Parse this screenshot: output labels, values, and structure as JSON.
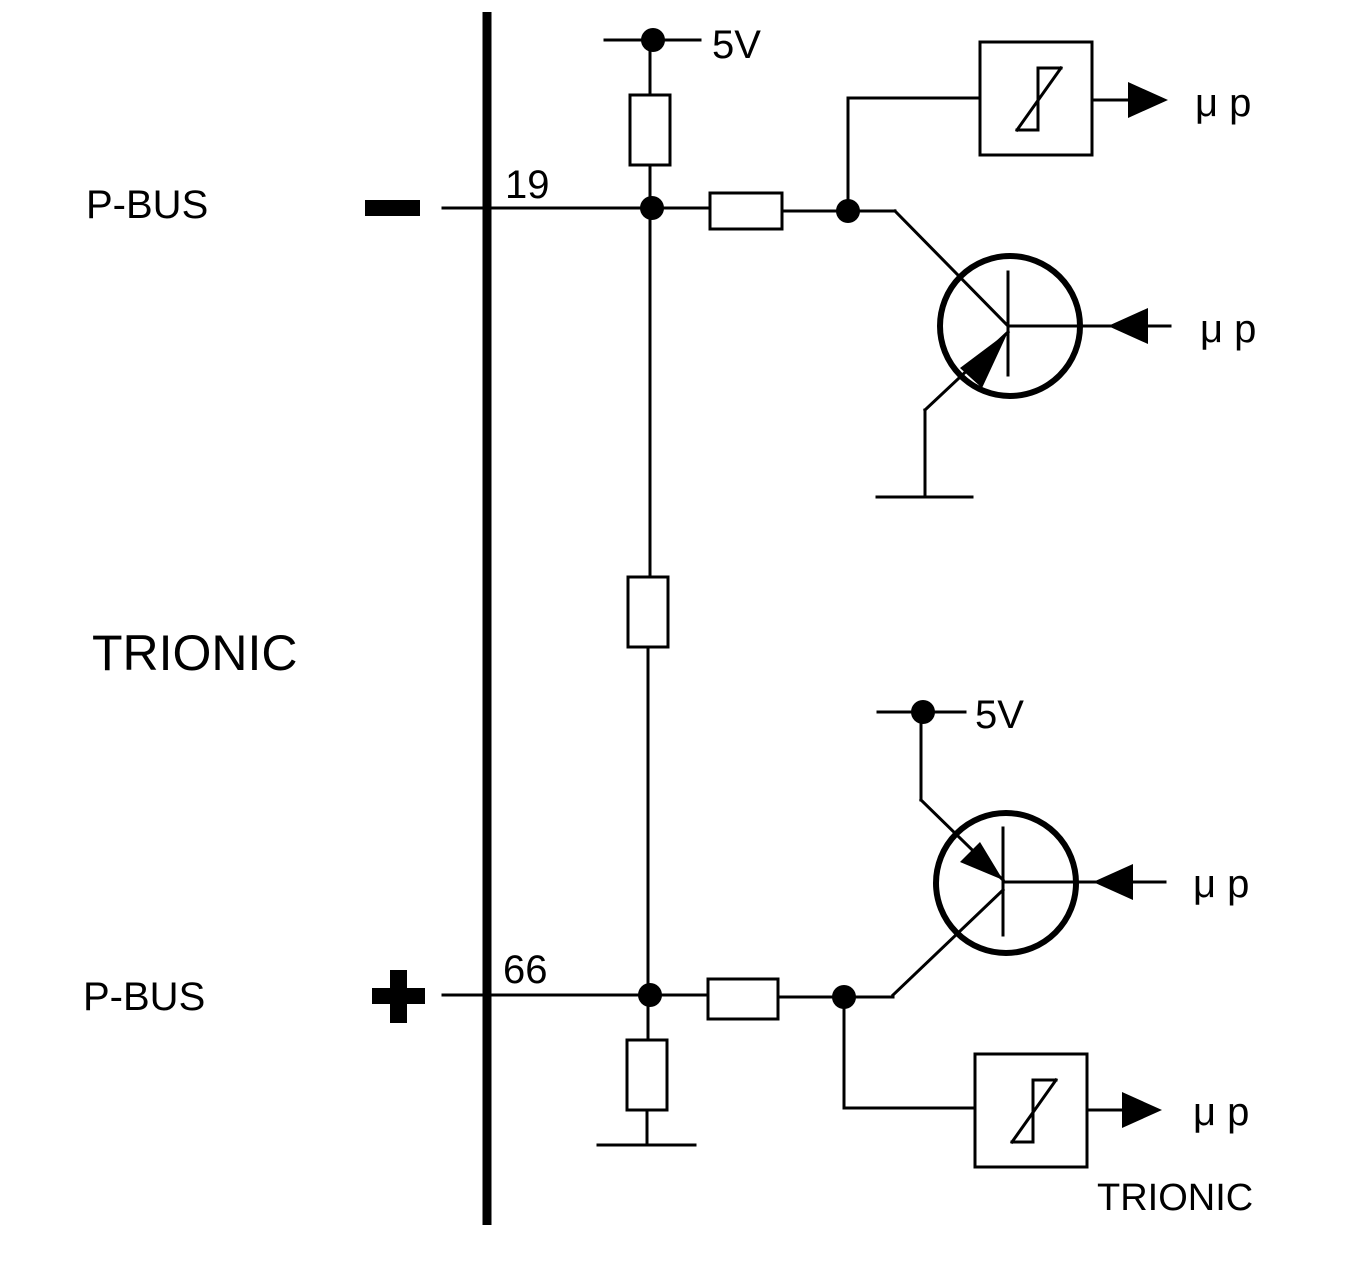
{
  "labels": {
    "pbus_top": "P-BUS",
    "pbus_bottom": "P-BUS",
    "trionic_main": "TRIONIC",
    "trionic_bottom": "TRIONIC",
    "pin_top": "19",
    "pin_bottom": "66",
    "v5_top": "5V",
    "v5_bottom": "5V",
    "up_1": "μ p",
    "up_2": "μ p",
    "up_3": "μ p",
    "up_4": "μ p"
  },
  "symbols": {
    "minus": "minus-sign",
    "plus": "plus-sign"
  }
}
